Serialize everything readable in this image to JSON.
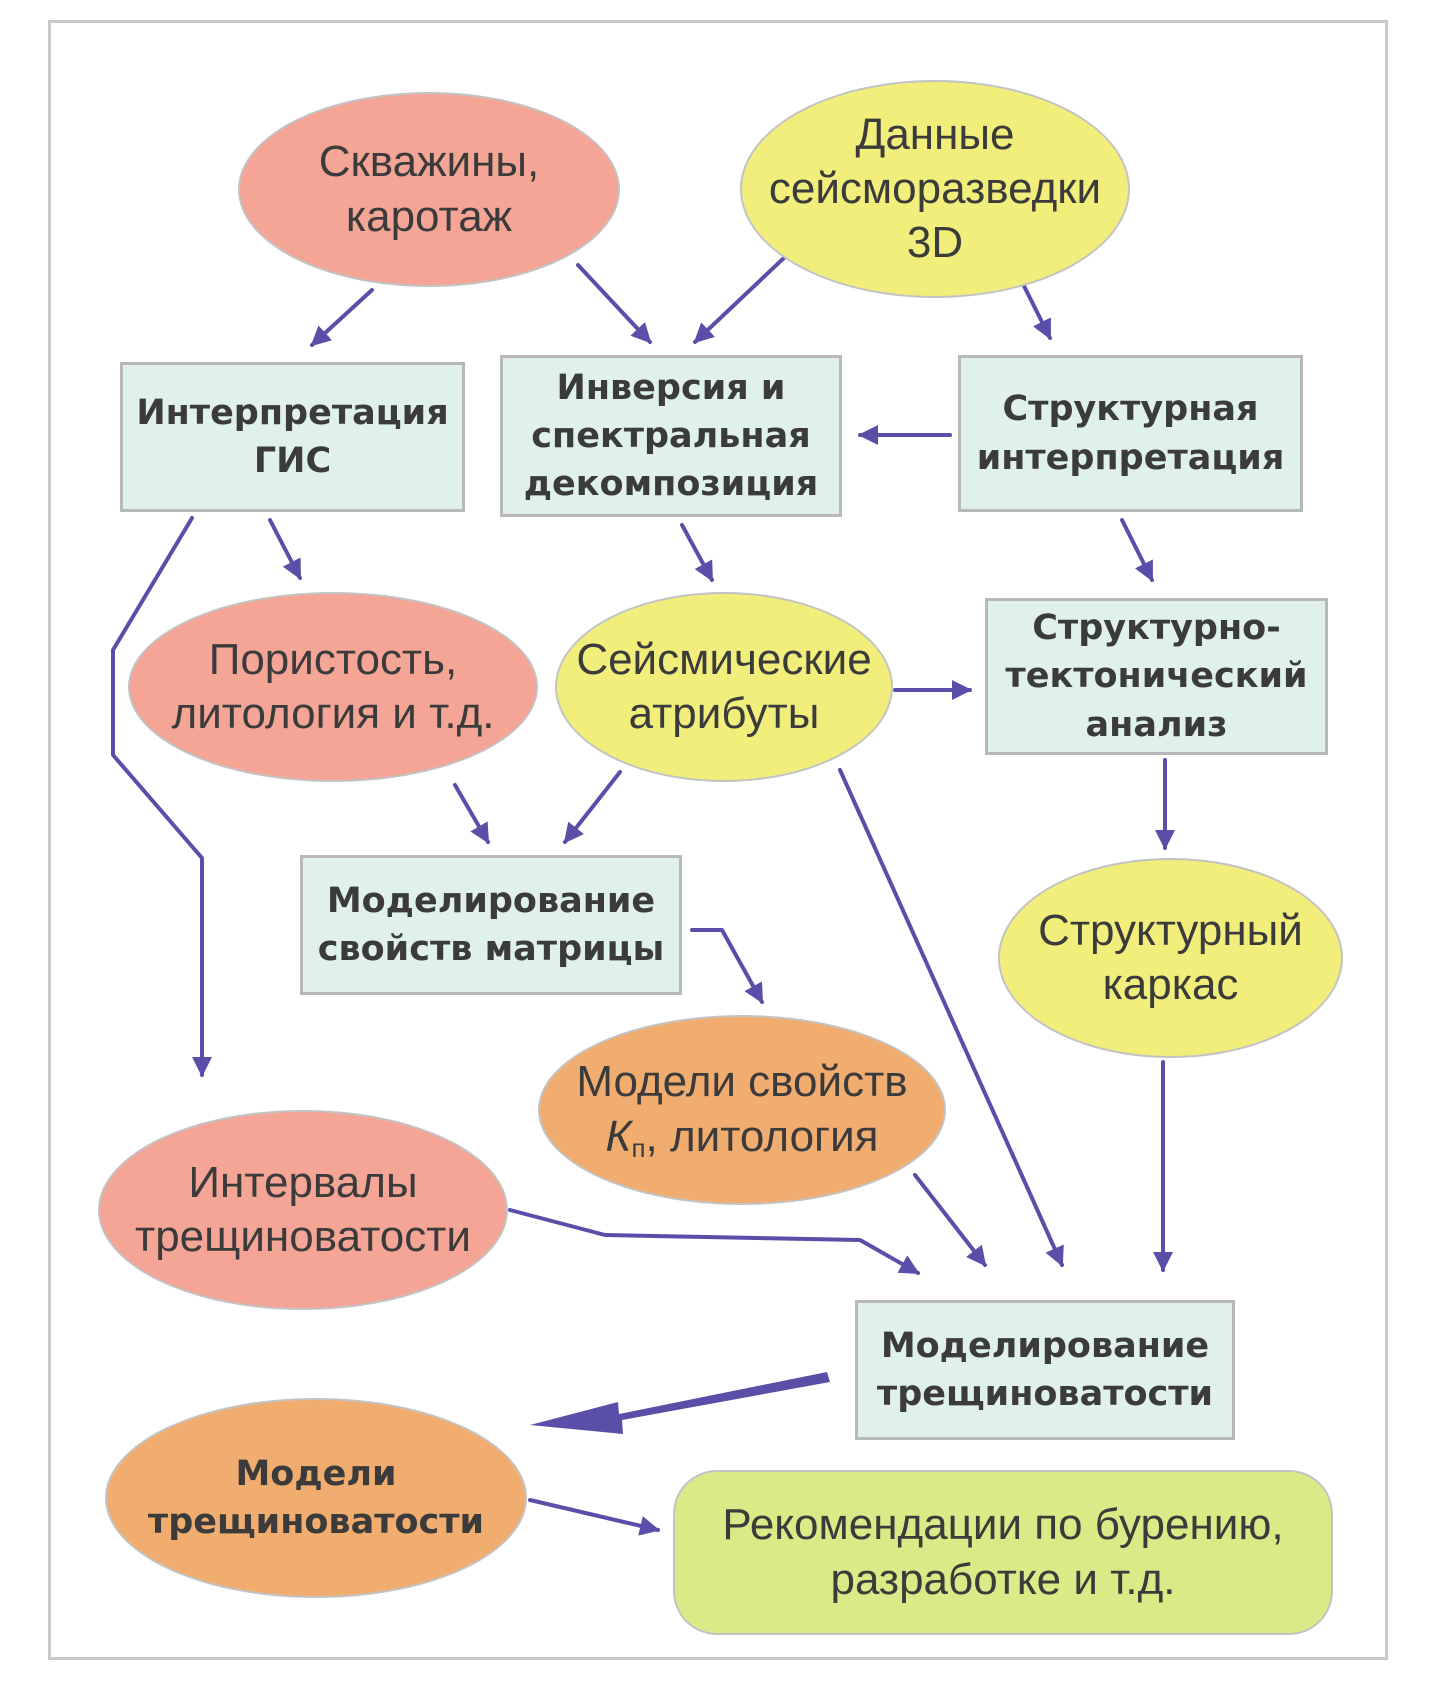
{
  "nodes": {
    "wells": {
      "text": "Скважины,\nкаротаж",
      "color": "#f4a596"
    },
    "seismic": {
      "text": "Данные\nсейсморазведки\n3D",
      "color": "#f2ee7c"
    },
    "gis": {
      "text": "Интерпретация\nГИС",
      "color": "#dff1e8"
    },
    "inversion": {
      "text": "Инверсия и\nспектральная\nдекомпозиция",
      "color": "#dff1e8"
    },
    "structural_interp": {
      "text": "Структурная\nинтерпретация",
      "color": "#dff1e8"
    },
    "porosity": {
      "text": "Пористость,\nлитология и т.д.",
      "color": "#f4a596"
    },
    "attributes": {
      "text": "Сейсмические\nатрибуты",
      "color": "#f2ee7c"
    },
    "tectonic": {
      "text": "Структурно-\nтектонический\nанализ",
      "color": "#dff1e8"
    },
    "matrix_model": {
      "text": "Моделирование\nсвойств матрицы",
      "color": "#dff1e8"
    },
    "framework": {
      "text": "Структурный\nкаркас",
      "color": "#f2ee7c"
    },
    "property_models": {
      "line1": "Модели свойств",
      "kp_symbol": "К",
      "kp_subscript": "п",
      "line2_rest": ", литология",
      "color": "#f1ad6f"
    },
    "fracture_intervals": {
      "text": "Интервалы\nтрещиноватости",
      "color": "#f4a596"
    },
    "fracture_modeling": {
      "text": "Моделирование\nтрещиноватости",
      "color": "#dff1e8"
    },
    "fracture_models": {
      "text": "Модели\nтрещиноватости",
      "color": "#f1ad6f"
    },
    "recommendations": {
      "text": "Рекомендации по бурению,\nразработке и т.д.",
      "color": "#d9eb87"
    }
  },
  "arrow_color": "#5a4fa8",
  "edges": [
    {
      "from": "wells",
      "to": "gis"
    },
    {
      "from": "wells",
      "to": "inversion"
    },
    {
      "from": "seismic",
      "to": "inversion"
    },
    {
      "from": "seismic",
      "to": "structural_interp"
    },
    {
      "from": "structural_interp",
      "to": "inversion"
    },
    {
      "from": "gis",
      "to": "porosity"
    },
    {
      "from": "gis",
      "to": "fracture_intervals"
    },
    {
      "from": "inversion",
      "to": "attributes"
    },
    {
      "from": "structural_interp",
      "to": "tectonic"
    },
    {
      "from": "attributes",
      "to": "tectonic"
    },
    {
      "from": "porosity",
      "to": "matrix_model"
    },
    {
      "from": "attributes",
      "to": "matrix_model"
    },
    {
      "from": "attributes",
      "to": "fracture_modeling"
    },
    {
      "from": "tectonic",
      "to": "framework"
    },
    {
      "from": "matrix_model",
      "to": "property_models"
    },
    {
      "from": "property_models",
      "to": "fracture_modeling"
    },
    {
      "from": "fracture_intervals",
      "to": "fracture_modeling"
    },
    {
      "from": "framework",
      "to": "fracture_modeling"
    },
    {
      "from": "fracture_modeling",
      "to": "fracture_models"
    },
    {
      "from": "fracture_models",
      "to": "recommendations"
    }
  ]
}
